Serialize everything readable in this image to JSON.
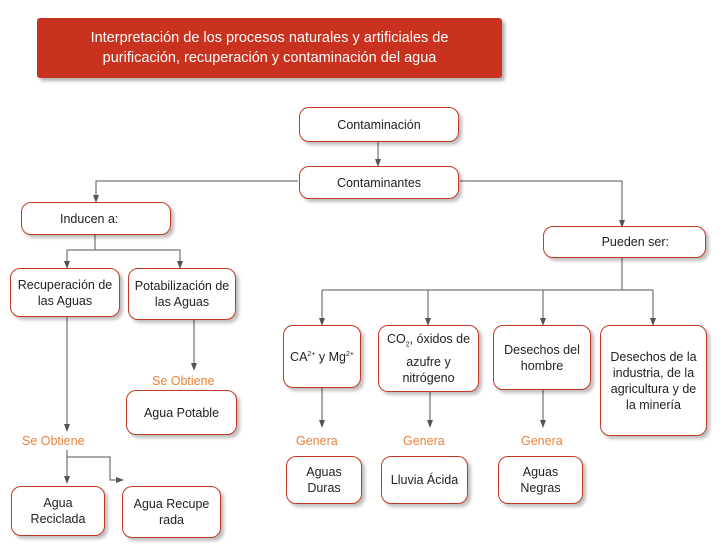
{
  "title": "Interpretación de los procesos naturales y artificiales de purificación, recuperación y contaminación del agua",
  "nodes": {
    "contaminacion": "Contaminación",
    "contaminantes": "Contaminantes",
    "inducen": "Inducen a:",
    "pueden": "Pueden ser:",
    "recuperacion": "Recuperación de las Aguas",
    "potabilizacion": "Potabilización de las Aguas",
    "agua_potable": "Agua Potable",
    "agua_reciclada": "Agua Reciclada",
    "agua_recuperada": "Agua Recuperada",
    "ca_mg": {
      "a": "CA",
      "a_sup": "2+",
      "b": " y Mg",
      "b_sup": "2+"
    },
    "co2": {
      "a": "CO",
      "a_sub": "2",
      "b": ", óxidos de azufre y nitrógeno"
    },
    "desechos_hombre": "Desechos del hombre",
    "desechos_agri": "Desechos de la industria, de la agricultura y de la minería",
    "aguas_duras": "Aguas Duras",
    "lluvia_acida": "Lluvia Ácida",
    "aguas_negras": "Aguas Negras"
  },
  "connectors": {
    "se_obtiene_1": "Se Obtiene",
    "se_obtiene_2": "Se Obtiene",
    "genera_1": "Genera",
    "genera_2": "Genera",
    "genera_3": "Genera"
  },
  "colors": {
    "title_bg": "#c9321e",
    "border": "#c43a26",
    "connector_text": "#e8823a"
  }
}
